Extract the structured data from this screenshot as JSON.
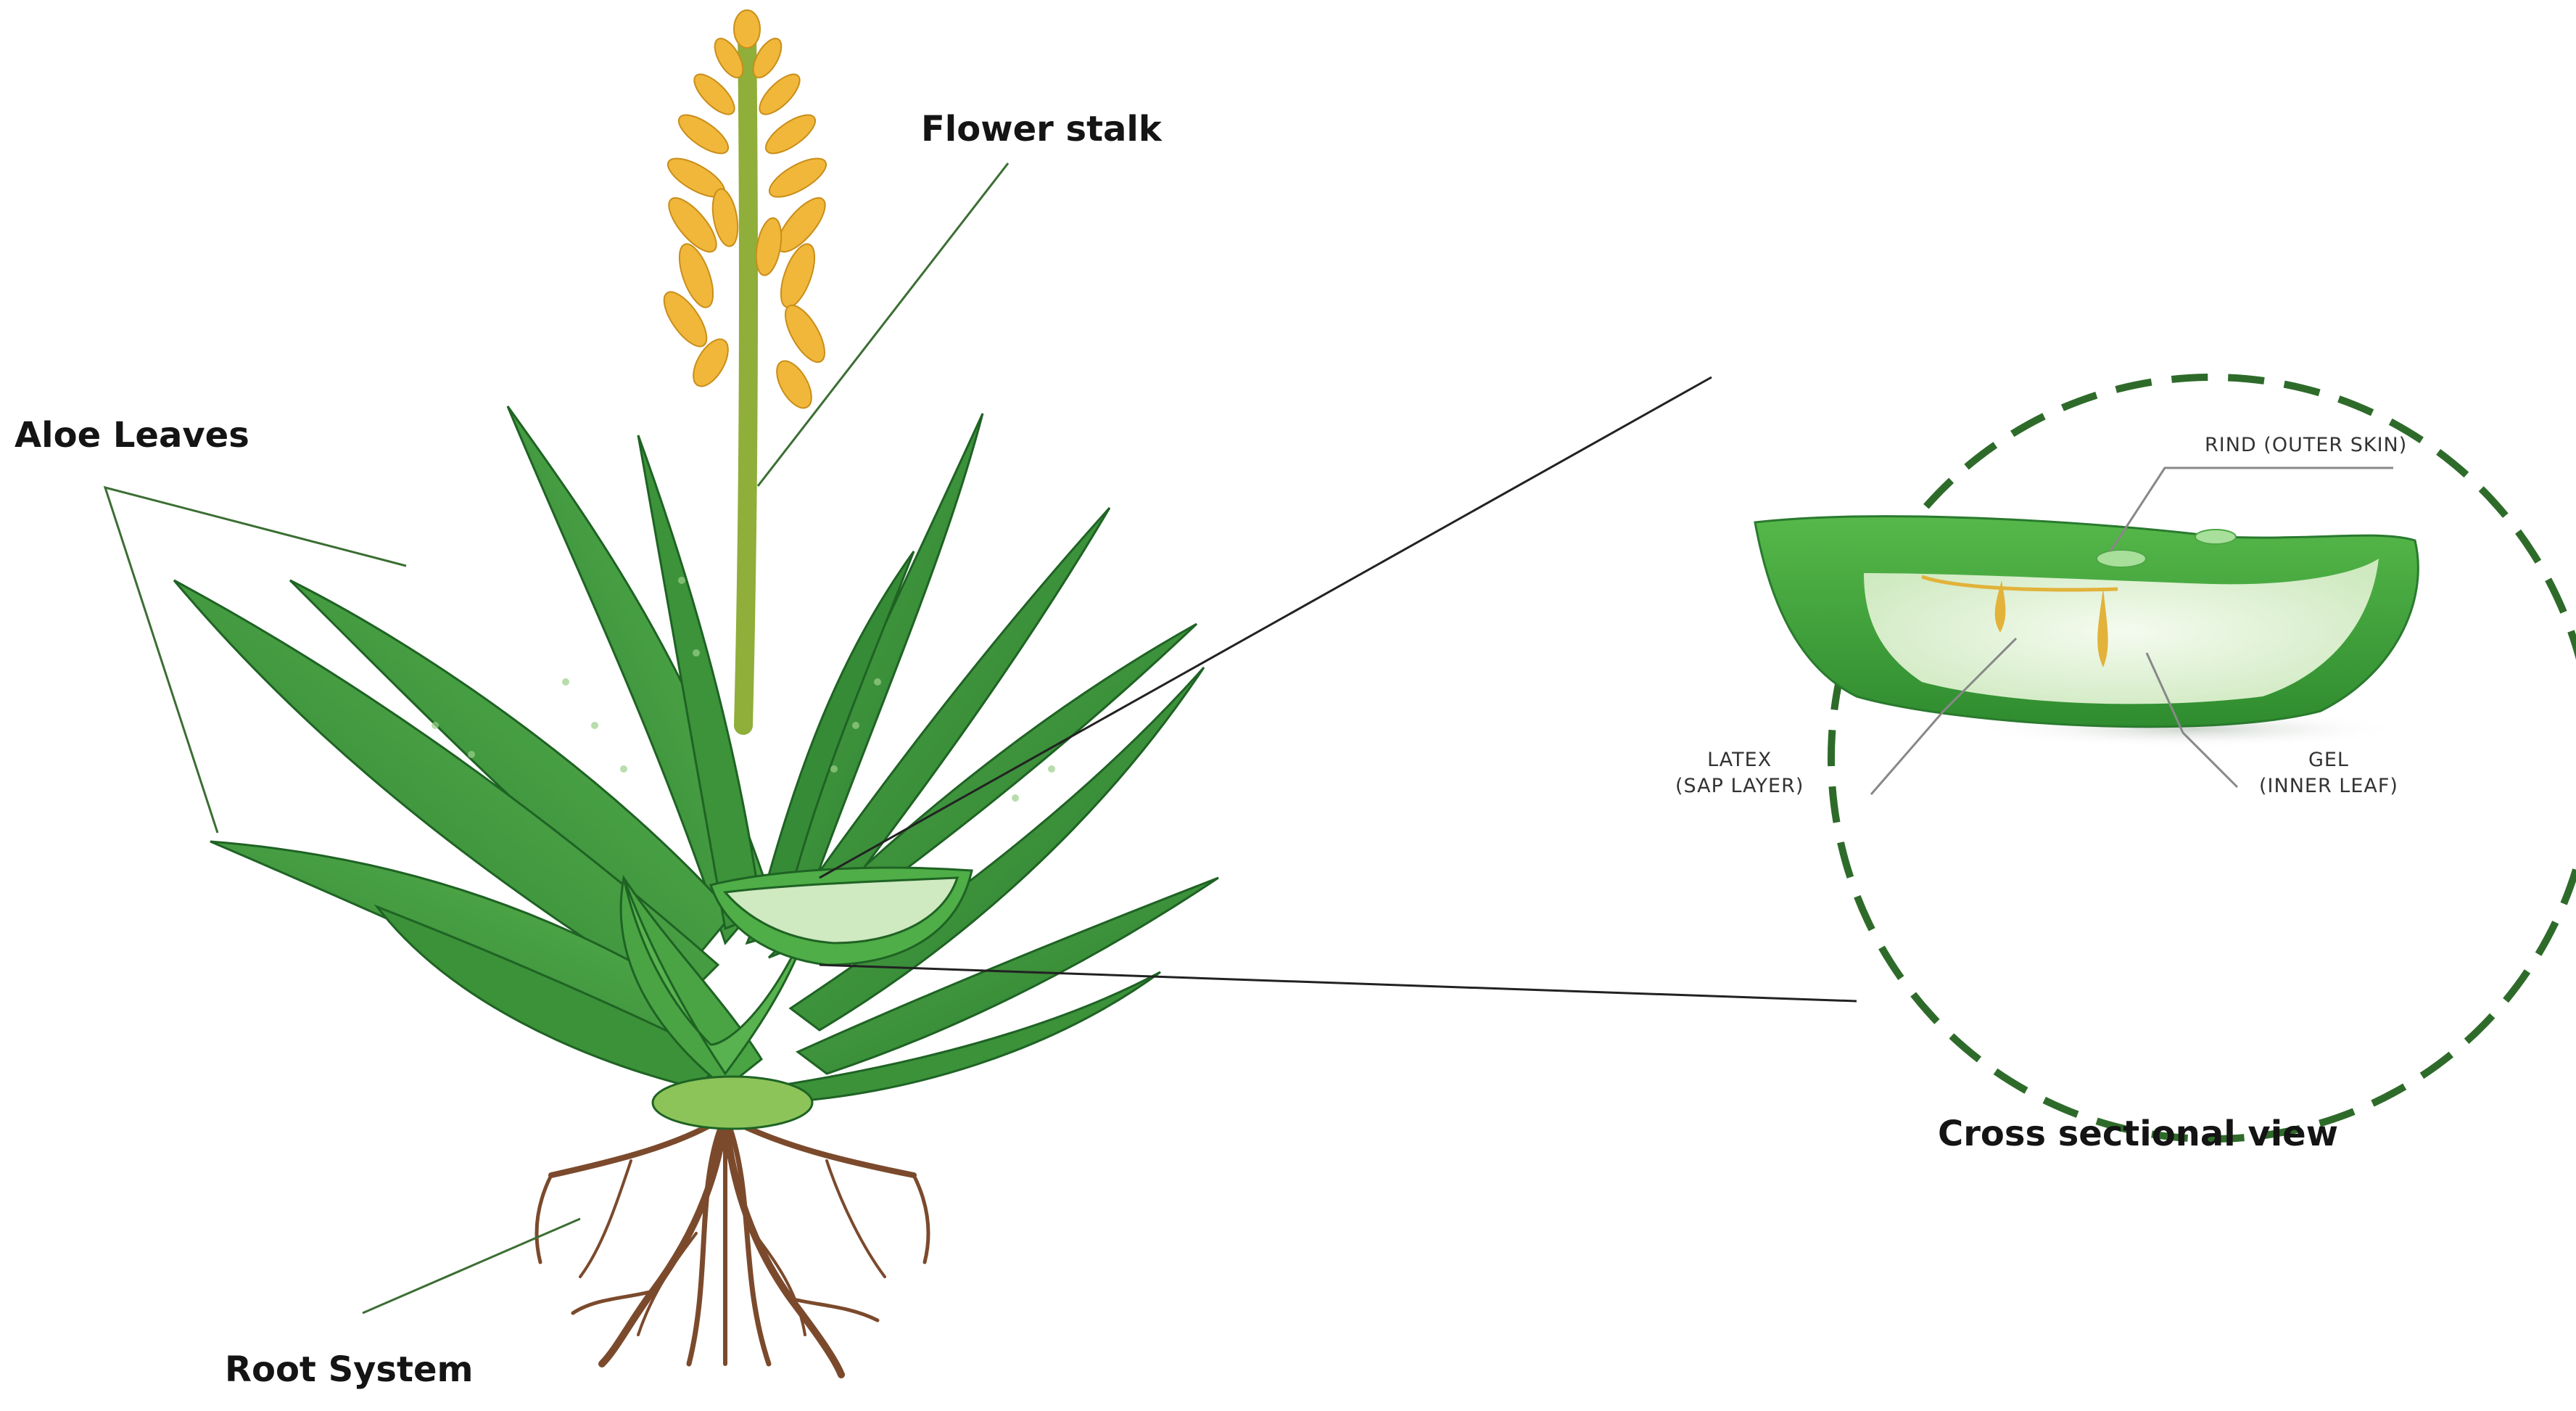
{
  "labels": {
    "flower_stalk": "Flower stalk",
    "aloe_leaves": "Aloe Leaves",
    "root_system": "Root System",
    "cross_section": "Cross sectional view",
    "rind": "RIND (OUTER SKIN)",
    "latex_line1": "LATEX",
    "latex_line2": "(SAP LAYER)",
    "gel_line1": "GEL",
    "gel_line2": "(INNER LEAF)"
  },
  "colors": {
    "leaf_dark": "#2f7f32",
    "leaf_mid": "#3f9a3c",
    "leaf_light": "#5fb955",
    "flower": "#f0b73a",
    "stalk": "#8fae3a",
    "root": "#7b4a2c",
    "gel": "#e3f3d8",
    "latex": "#e2b23a",
    "circle": "#2e6b2a",
    "leader": "#3b6e33"
  }
}
